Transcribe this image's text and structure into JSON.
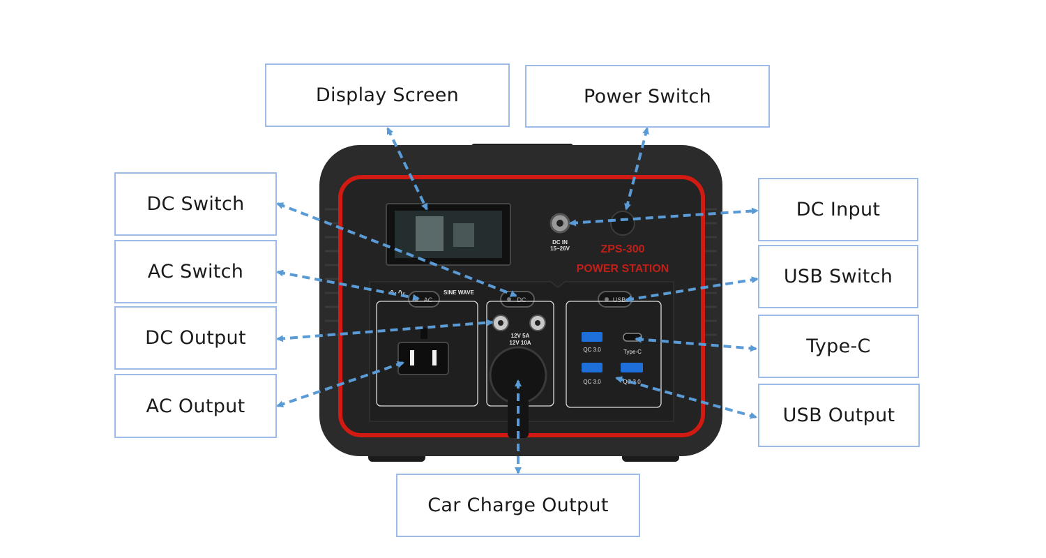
{
  "callouts": {
    "display_screen": "Display Screen",
    "power_switch": "Power Switch",
    "dc_switch": "DC Switch",
    "ac_switch": "AC Switch",
    "dc_output": "DC Output",
    "ac_output": "AC Output",
    "dc_input": "DC Input",
    "usb_switch": "USB Switch",
    "type_c": "Type-C",
    "usb_output": "USB Output",
    "car_charge_output": "Car Charge Output"
  },
  "device": {
    "model": "ZPS-300",
    "brand_line": "POWER STATION",
    "dc_in_label": "DC IN",
    "dc_in_range": "15~26V",
    "sine_wave_label": "SINE WAVE",
    "ac_button": "AC",
    "dc_button": "DC",
    "usb_button": "USB",
    "dc_out_spec_1": "12V 5A",
    "dc_out_spec_2": "12V 10A",
    "qc_label_1": "QC 3.0",
    "qc_label_2": "QC 3.0",
    "qc_label_3": "QC 3.0",
    "type_c_label": "Type-C"
  },
  "colors": {
    "callout_border": "#9ebbe8",
    "arrow": "#5b9bd5",
    "body": "#2b2b2b",
    "red_trim": "#d11a12"
  }
}
